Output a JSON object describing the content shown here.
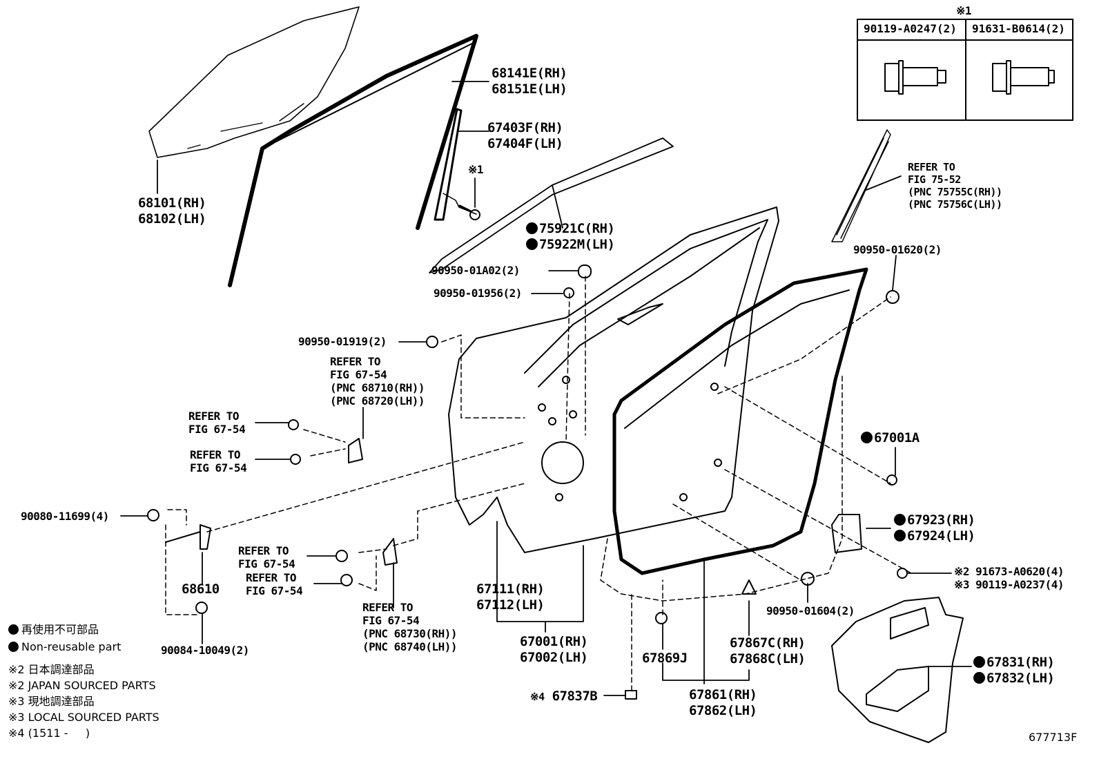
{
  "diagram_id": "677713F",
  "box": {
    "mark": "※1",
    "col1": "90119-A0247(2)",
    "col2": "91631-B0614(2)"
  },
  "labels": {
    "p68141": [
      "68141E(RH)",
      "68151E(LH)"
    ],
    "p67403": [
      "67403F(RH)",
      "67404F(LH)"
    ],
    "mark1": "※1",
    "p68101": [
      "68101(RH)",
      "68102(LH)"
    ],
    "p75921": [
      "75921C(RH)",
      "75922M(LH)"
    ],
    "refer7552": [
      "REFER TO",
      "FIG 75-52",
      "(PNC 75755C(RH))",
      "(PNC 75756C(LH))"
    ],
    "p9095001a02": "90950-01A02(2)",
    "p909500162": "90950-01620(2)",
    "p9095001956": "90950-01956(2)",
    "p9095001919": "90950-01919(2)",
    "refer6754a": [
      "REFER TO",
      "FIG 67-54",
      "(PNC 68710(RH))",
      "(PNC 68720(LH))"
    ],
    "refer1": [
      "REFER TO",
      "FIG 67-54"
    ],
    "refer2": [
      "REFER TO",
      "FIG 67-54"
    ],
    "p67001a": "67001A",
    "p9008011699": "90080-11699(4)",
    "p67923": [
      "67923(RH)",
      "67924(LH)"
    ],
    "refer3": [
      "REFER TO",
      "FIG 67-54"
    ],
    "refer4": [
      "REFER TO",
      "FIG 67-54"
    ],
    "p91673": [
      "※2 91673-A0620(4)",
      "※3 90119-A0237(4)"
    ],
    "p68610": "68610",
    "p67111": [
      "67111(RH)",
      "67112(LH)"
    ],
    "refer6754b": [
      "REFER TO",
      "FIG 67-54",
      "(PNC 68730(RH))",
      "(PNC 68740(LH))"
    ],
    "p9095001604": "90950-01604(2)",
    "p67001": [
      "67001(RH)",
      "67002(LH)"
    ],
    "p67867": [
      "67867C(RH)",
      "67868C(LH)"
    ],
    "p67831": [
      "67831(RH)",
      "67832(LH)"
    ],
    "p9008410049": "90084-10049(2)",
    "p67869": "67869J",
    "p67837": "67837B",
    "p67837mark": "※4",
    "p67861": [
      "67861(RH)",
      "67862(LH)"
    ]
  },
  "legend": {
    "jp_nonreuse": "再使用不可部品",
    "en_nonreuse": "Non-reusable part",
    "jp_japan": "※2 日本調達部品",
    "en_japan": "※2 JAPAN SOURCED PARTS",
    "jp_local": "※3 現地調達部品",
    "en_local": "※3 LOCAL SOURCED PARTS",
    "note4": "※4 (1511 -     )"
  }
}
